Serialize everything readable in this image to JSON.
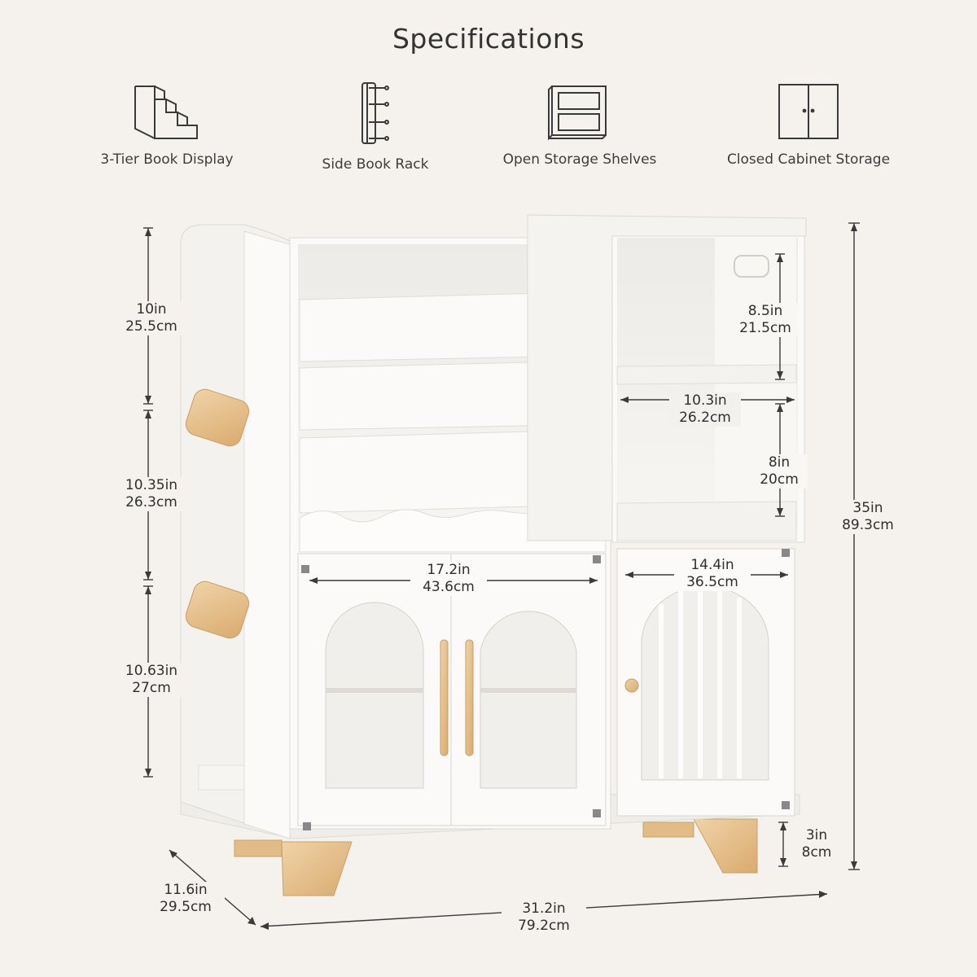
{
  "title": "Specifications",
  "features": [
    {
      "label": "3-Tier Book Display",
      "icon": "stairs-icon"
    },
    {
      "label": "Side Book Rack",
      "icon": "side-rack-icon"
    },
    {
      "label": "Open Storage Shelves",
      "icon": "open-shelves-icon"
    },
    {
      "label": "Closed Cabinet Storage",
      "icon": "cabinet-doors-icon"
    }
  ],
  "dimensions": {
    "rack_top": {
      "in": "10in",
      "cm": "25.5cm"
    },
    "rack_mid": {
      "in": "10.35in",
      "cm": "26.3cm"
    },
    "rack_bottom": {
      "in": "10.63in",
      "cm": "27cm"
    },
    "cubby_upper": {
      "in": "8.5in",
      "cm": "21.5cm"
    },
    "cubby_width": {
      "in": "10.3in",
      "cm": "26.2cm"
    },
    "cubby_lower": {
      "in": "8in",
      "cm": "20cm"
    },
    "left_cabinet_width": {
      "in": "17.2in",
      "cm": "43.6cm"
    },
    "right_cabinet_width": {
      "in": "14.4in",
      "cm": "36.5cm"
    },
    "total_height": {
      "in": "35in",
      "cm": "89.3cm"
    },
    "leg_height": {
      "in": "3in",
      "cm": "8cm"
    },
    "depth": {
      "in": "11.6in",
      "cm": "29.5cm"
    },
    "total_width": {
      "in": "31.2in",
      "cm": "79.2cm"
    }
  },
  "colors": {
    "background": "#f5f2ed",
    "cabinet_white": "#fbfaf8",
    "wood": "#e8c493"
  }
}
